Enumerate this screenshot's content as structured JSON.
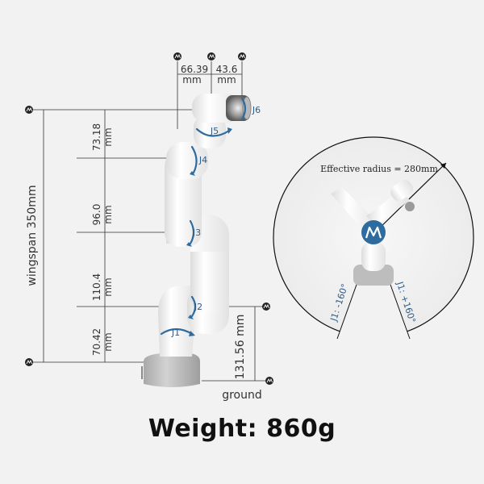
{
  "dimensions": {
    "top_left": "66.39",
    "top_left_unit": "mm",
    "top_right": "43.6",
    "top_right_unit": "mm",
    "seg1": "73.18",
    "seg2": "96.0",
    "seg3": "110.4",
    "seg4": "70.42",
    "seg_unit": "mm",
    "wingspan": "wingspan 350mm",
    "base_height": "131.56 mm",
    "ground": "ground"
  },
  "joints": {
    "j1": "J1",
    "j2": "J2",
    "j3": "J3",
    "j4": "J4",
    "j5": "J5",
    "j6": "J6"
  },
  "inset": {
    "radius": "Effective radius = 280mm",
    "left_limit": "J1: -160°",
    "right_limit": "J1: +160°"
  },
  "weight": "Weight: 860g",
  "colors": {
    "accent": "#2e6b9e",
    "arm": "#ffffff",
    "base": "#bdbdbd"
  }
}
